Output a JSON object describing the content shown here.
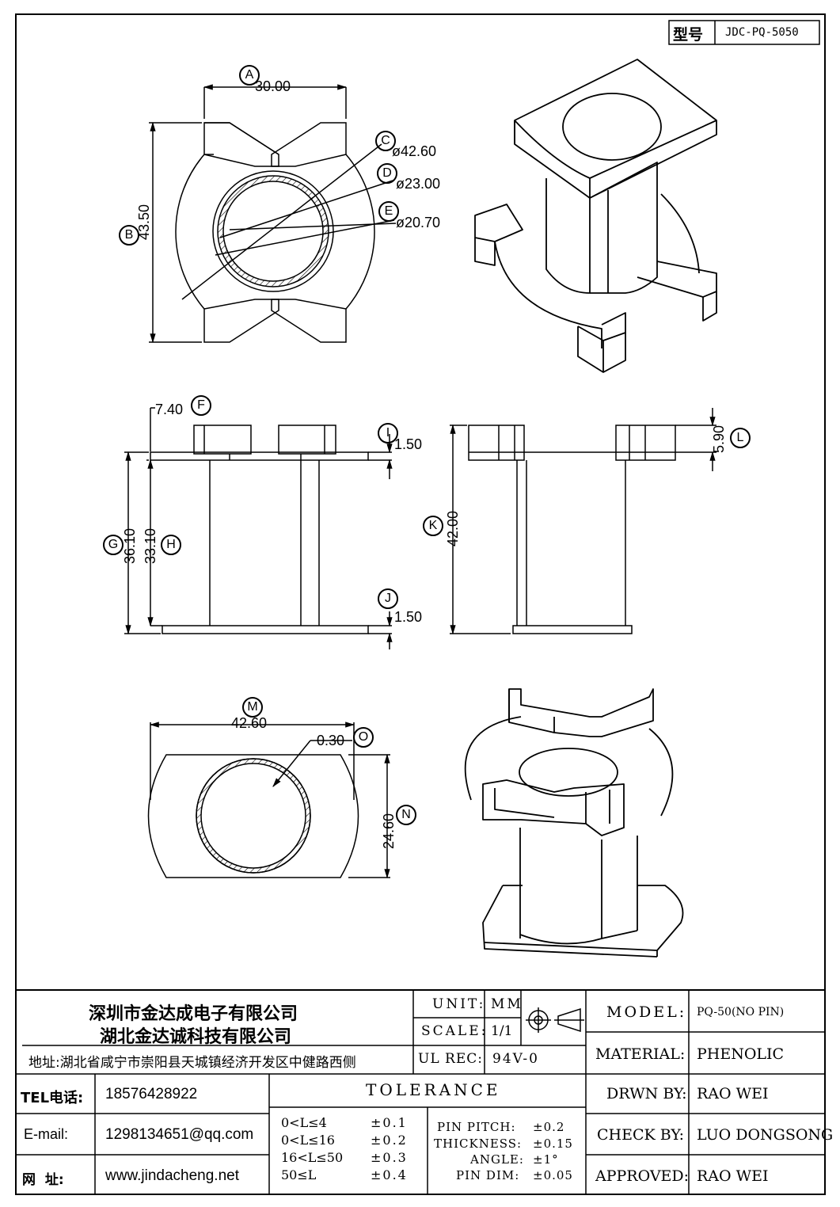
{
  "model_box": {
    "label": "型号",
    "value": "JDC-PQ-5050"
  },
  "dimensions": {
    "A": "30.00",
    "B": "43.50",
    "C": "ø42.60",
    "D": "ø23.00",
    "E": "ø20.70",
    "F": "7.40",
    "G": "36.10",
    "H": "33.10",
    "I": "1.50",
    "J": "1.50",
    "K": "42.00",
    "L": "5.90",
    "M": "42.60",
    "N": "24.60",
    "O": "0.30"
  },
  "markers": [
    "A",
    "B",
    "C",
    "D",
    "E",
    "F",
    "G",
    "H",
    "I",
    "J",
    "K",
    "L",
    "M",
    "N",
    "O"
  ],
  "company": {
    "name1": "深圳市金达成电子有限公司",
    "name2": "湖北金达诚科技有限公司",
    "address": "地址:湖北省咸宁市崇阳县天城镇经济开发区中健路西侧",
    "tel_label": "TEL电话:",
    "tel": "18576428922",
    "email_label": "E-mail:",
    "email": "1298134651@qq.com",
    "web_label": "网  址:",
    "web": "www.jindacheng.net"
  },
  "specs": {
    "unit_label": "UNIT:",
    "unit": "MM",
    "scale_label": "SCALE:",
    "scale": "1/1",
    "ulrec_label": "UL REC:",
    "ulrec": "94V-0"
  },
  "tolerance": {
    "title": "TOLERANCE",
    "ranges": [
      {
        "range": "0<L≤4",
        "value": "±0.1"
      },
      {
        "range": "0<L≤16",
        "value": "±0.2"
      },
      {
        "range": "16<L≤50",
        "value": "±0.3"
      },
      {
        "range": "50≤L",
        "value": "±0.4"
      }
    ],
    "items": [
      {
        "label": "PIN PITCH:",
        "value": "±0.2"
      },
      {
        "label": "THICKNESS:",
        "value": "±0.15"
      },
      {
        "label": "ANGLE:",
        "value": "±1°"
      },
      {
        "label": "PIN DIM:",
        "value": "±0.05"
      }
    ]
  },
  "info": {
    "model_label": "MODEL:",
    "model": "PQ-50(NO PIN)",
    "material_label": "MATERIAL:",
    "material": "PHENOLIC",
    "drawn_label": "DRWN BY:",
    "drawn": "RAO WEI",
    "check_label": "CHECK BY:",
    "check": "LUO DONGSONG",
    "approved_label": "APPROVED:",
    "approved": "RAO WEI"
  }
}
